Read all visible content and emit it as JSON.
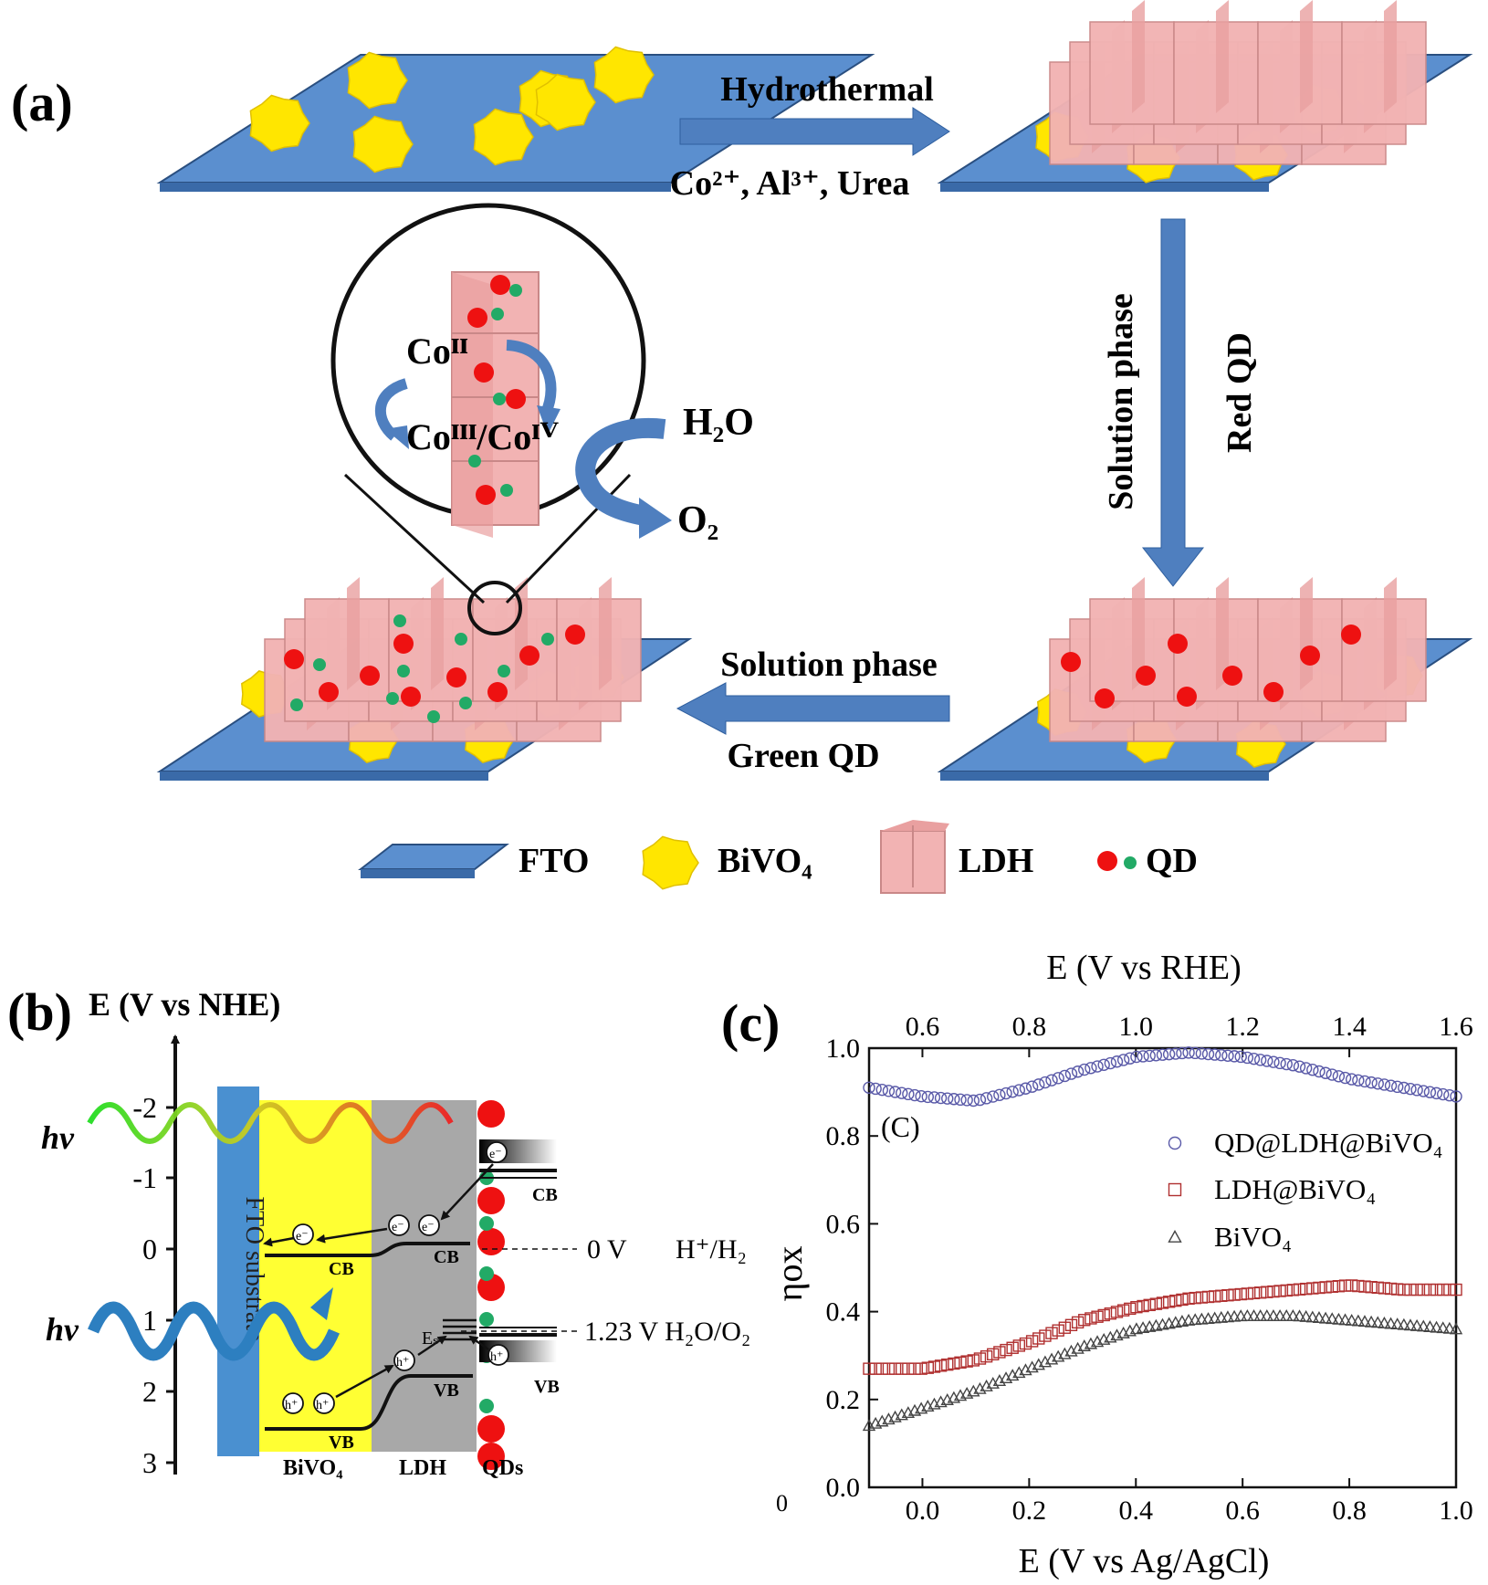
{
  "panel_a": {
    "label": "(a)",
    "step1_top": "Hydrothermal",
    "step1_bottom": "Co²⁺, Al³⁺, Urea",
    "step2_left": "Solution phase",
    "step2_right": "Red QD",
    "step3_top": "Solution phase",
    "step3_bottom": "Green QD",
    "zoom_co2": "Coᴵᴵ",
    "zoom_co34": "Coᴵᴵᴵ/Coᴵⱽ",
    "h2o": "H₂O",
    "o2": "O₂",
    "legend": {
      "fto": "FTO",
      "bivo4": "BiVO₄",
      "ldh": "LDH",
      "qd": "QD"
    },
    "colors": {
      "fto": "#5b8fcf",
      "bivo4": "#ffe600",
      "ldh": "#f2b3b3",
      "qd_red": "#ee1111",
      "qd_green": "#22aa66",
      "arrow": "#4f7fbf"
    }
  },
  "panel_b": {
    "label": "(b)",
    "axis_title": "E (V vs NHE)",
    "ticks": [
      "-2",
      "-1",
      "0",
      "1",
      "2",
      "3"
    ],
    "hv": "hν",
    "fto_label": "FTO substrate",
    "cb": "CB",
    "vb": "VB",
    "es": "Eₛ",
    "electron": "e⁻",
    "hole": "h⁺",
    "zero_v": "0 V",
    "h_h2": "H⁺/H₂",
    "oer_level": "1.23 V H₂O/O₂",
    "bottom_labels": [
      "BiVO₄",
      "LDH",
      "QDs"
    ],
    "colors": {
      "bivo4": "#ffff33",
      "ldh": "#a8a8a8",
      "fto": "#4a90d0"
    }
  },
  "chart_data": {
    "type": "scatter",
    "panel_label": "(c)",
    "inner_label": "(C)",
    "xlabel": "E (V vs Ag/AgCl)",
    "x2label": "E (V vs RHE)",
    "ylabel": "ηox",
    "xlim": [
      -0.1,
      1.0
    ],
    "x2lim": [
      0.5,
      1.6
    ],
    "ylim": [
      0.0,
      1.0
    ],
    "xticks": [
      "0.0",
      "0.2",
      "0.4",
      "0.6",
      "0.8",
      "1.0"
    ],
    "x2ticks": [
      "0.6",
      "0.8",
      "1.0",
      "1.2",
      "1.4",
      "1.6"
    ],
    "yticks": [
      "0.0",
      "0.2",
      "0.4",
      "0.6",
      "0.8",
      "1.0"
    ],
    "stray_label": "0",
    "x": [
      -0.1,
      0.0,
      0.1,
      0.2,
      0.3,
      0.4,
      0.5,
      0.6,
      0.7,
      0.8,
      0.9,
      1.0
    ],
    "series": [
      {
        "name": "QD@LDH@BiVO₄",
        "marker": "circle",
        "color": "#5a5aa8",
        "values": [
          0.91,
          0.89,
          0.88,
          0.91,
          0.95,
          0.98,
          0.99,
          0.98,
          0.96,
          0.93,
          0.91,
          0.89
        ]
      },
      {
        "name": "LDH@BiVO₄",
        "marker": "square",
        "color": "#b03030",
        "values": [
          0.27,
          0.27,
          0.29,
          0.33,
          0.38,
          0.41,
          0.43,
          0.44,
          0.45,
          0.46,
          0.45,
          0.45
        ]
      },
      {
        "name": "BiVO₄",
        "marker": "triangle",
        "color": "#444444",
        "values": [
          0.14,
          0.18,
          0.22,
          0.27,
          0.32,
          0.36,
          0.38,
          0.39,
          0.39,
          0.38,
          0.37,
          0.36
        ]
      }
    ]
  }
}
